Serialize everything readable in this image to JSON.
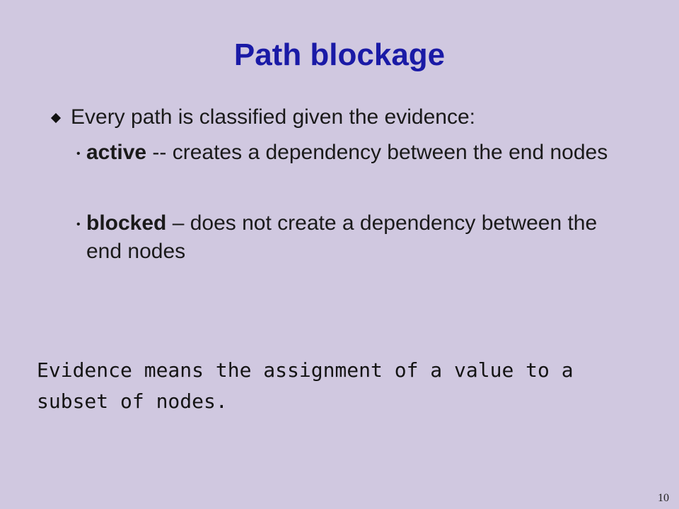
{
  "slide": {
    "title": "Path blockage",
    "bullet": "Every path is classified given the evidence:",
    "sub_bullets": [
      {
        "term": "active",
        "rest": " -- creates a dependency between the end nodes"
      },
      {
        "term": "blocked",
        "rest": " – does not create a dependency between the end nodes"
      }
    ],
    "note": "Evidence means the assignment of a value to a subset of nodes.",
    "page_number": "10",
    "colors": {
      "background": "#d0c8e0",
      "title": "#1a1aa6"
    },
    "icons": {
      "bullet_l1": "diamond-bullet",
      "bullet_l2": "dot-bullet"
    }
  }
}
